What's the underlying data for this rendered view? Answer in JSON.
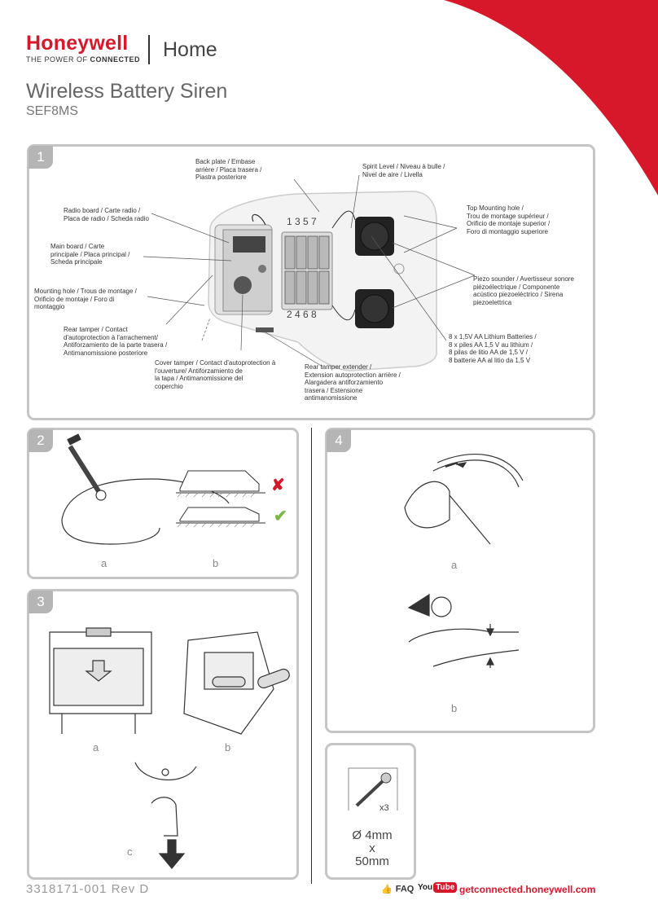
{
  "header": {
    "brand": "Honeywell",
    "tagline_pre": "THE POWER OF ",
    "tagline_bold": "CONNECTED",
    "product_line": "Home",
    "title": "Wireless Battery Siren",
    "model": "SEF8MS"
  },
  "panels": {
    "p1": {
      "number": "1",
      "labels": {
        "back_plate": [
          "Back plate / Embase",
          "arrière / Placa trasera /",
          "Piastra posteriore"
        ],
        "spirit_level": [
          "Spirit Level / Niveau à bulle /",
          "Nivel de aire / Livella"
        ],
        "radio_board": [
          "Radio board / Carte radio /",
          "Placa de radio / Scheda radio"
        ],
        "top_mounting": [
          "Top Mounting hole /",
          "Trou de montage supérieur /",
          "Orificio de montaje superior /",
          "Foro di montaggio superiore"
        ],
        "main_board": [
          "Main board / Carte",
          "principale / Placa principal /",
          "Scheda principale"
        ],
        "piezo": [
          "Piezo sounder / Avertisseur sonore",
          "piézoélectrique / Componente",
          "acústico piezoeléctrico / Sirena",
          "piezoelettrica"
        ],
        "mounting_hole": [
          "Mounting hole / Trous de montage /",
          "Orificio de montaje / Foro di",
          "montaggio"
        ],
        "rear_tamper": [
          "Rear tamper / Contact",
          "d'autoprotection à l'arrachement/",
          "Antiforzamiento de la parte trasera /",
          "Antimanomissione posteriore"
        ],
        "batteries": [
          "8 x 1,5V AA Lithium Batteries /",
          "8 x piles AA 1,5 V au lithium /",
          "8 pilas de litio AA de 1,5 V /",
          "8 batterie AA al litio da 1,5 V"
        ],
        "cover_tamper": [
          "Cover tamper / Contact d'autoprotection à",
          "l'ouverture/ Antiforzamiento de",
          "la tapa / Antimanomissione del",
          "coperchio"
        ],
        "rear_extender": [
          "Rear tamper extender /",
          "Extension autoprotection arrière /",
          "Alargadera antiforzamiento",
          "trasera / Estensione",
          "antimanomissione"
        ]
      },
      "battery_top": "1 3 5 7",
      "battery_bottom": "2 4 6 8"
    },
    "p2": {
      "number": "2",
      "sub_a": "a",
      "sub_b": "b",
      "mark_bad": "✘",
      "mark_good": "✔"
    },
    "p3": {
      "number": "3",
      "sub_a": "a",
      "sub_b": "b",
      "sub_c": "c"
    },
    "p4": {
      "number": "4",
      "sub_a": "a",
      "sub_b": "b"
    },
    "screw": {
      "qty": "x3",
      "dia": "Ø 4mm",
      "x": "x",
      "len": "50mm"
    }
  },
  "footer": {
    "doc": "3318171-001 Rev D",
    "faq": "FAQ",
    "yt_a": "You",
    "yt_b": "Tube",
    "site": "getconnected.honeywell.com"
  },
  "colors": {
    "brand_red": "#d7182a",
    "panel_border": "#c5c5c5",
    "cross": "#d7182a",
    "check": "#7ab648"
  }
}
